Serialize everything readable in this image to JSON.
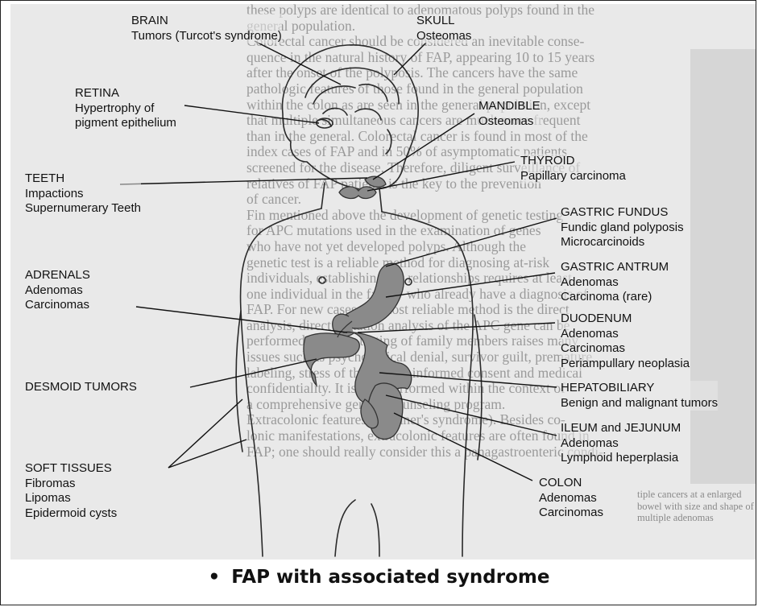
{
  "background_text": [
    "these polyps are identical to adenomatous polyps found in the",
    "general population.",
    "Colorectal cancer should be considered an inevitable conse-",
    "quence in the natural history of FAP, appearing 10 to 15 years",
    "after the onset of the polyposis. The cancers have the same",
    "pathologic features of those found in the general population",
    "within the colon as are seen in the general population, except",
    "that multiple simultaneous cancers are much more frequent",
    "than in the general. Colorectal cancer is found in most of the",
    "index cases of FAP and in 50% of asymptomatic patients",
    "screened for the disease. Therefore, diligent surveillance of",
    "relatives of FAP patients is the key to the prevention",
    "of cancer.",
    "Fin mentioned above the development of genetic testing",
    "for APC mutations used in the examination of genes",
    "who have not yet developed polyps. Although the",
    "genetic test is a reliable method for diagnosing at-risk",
    "individuals, establishing the relationships requires at least",
    "one individual in the family who already have a diagnosis of",
    "FAP. For new cases the most reliable method is the direct",
    "analysis, direct mutation analysis of the APC gene can be",
    "performed. Genetic testing of family members raises many",
    "issues such as psychological denial, survivor guilt, premature",
    "labeling, stress of the young, informed consent and medical",
    "confidentiality. It is best performed within the context of",
    "a comprehensive genetic counseling program.",
    "Extracolonic features (Gardner's syndrome). Besides co-",
    "lonic manifestations, extracolonic features are often found in",
    "FAP; one should really consider this a panagastroenteric condi-"
  ],
  "side_caption": "tiple cancers at a enlarged bowel with size and shape of multiple adenomas",
  "labels": {
    "brain": {
      "heading": "BRAIN",
      "lines": [
        "Tumors (Turcot's syndrome)"
      ]
    },
    "skull": {
      "heading": "SKULL",
      "lines": [
        "Osteomas"
      ]
    },
    "retina": {
      "heading": "RETINA",
      "lines": [
        "Hypertrophy of",
        "pigment epithelium"
      ]
    },
    "mandible": {
      "heading": "MANDIBLE",
      "lines": [
        "Osteomas"
      ]
    },
    "thyroid": {
      "heading": "THYROID",
      "lines": [
        "Papillary carcinoma"
      ]
    },
    "teeth": {
      "heading": "TEETH",
      "lines": [
        "Impactions",
        "Supernumerary Teeth"
      ]
    },
    "gastric_fundus": {
      "heading": "GASTRIC FUNDUS",
      "lines": [
        "Fundic gland polyposis",
        "Microcarcinoids"
      ]
    },
    "adrenals": {
      "heading": "ADRENALS",
      "lines": [
        "Adenomas",
        "Carcinomas"
      ]
    },
    "gastric_antrum": {
      "heading": "GASTRIC ANTRUM",
      "lines": [
        "Adenomas",
        "Carcinoma (rare)"
      ]
    },
    "duodenum": {
      "heading": "DUODENUM",
      "lines": [
        "Adenomas",
        "Carcinomas",
        "Periampullary neoplasia"
      ]
    },
    "desmoid": {
      "heading": "DESMOID TUMORS",
      "lines": []
    },
    "hepatobiliary": {
      "heading": "HEPATOBILIARY",
      "lines": [
        "Benign and malignant tumors"
      ]
    },
    "ileum": {
      "heading": "ILEUM and JEJUNUM",
      "lines": [
        "Adenomas",
        "Lymphoid heperplasia"
      ]
    },
    "soft_tissues": {
      "heading": "SOFT TISSUES",
      "lines": [
        "Fibromas",
        "Lipomas",
        "Epidermoid cysts"
      ]
    },
    "colon": {
      "heading": "COLON",
      "lines": [
        "Adenomas",
        "Carcinomas"
      ]
    }
  },
  "caption": {
    "bullet": "•",
    "text": "FAP with associated syndrome"
  }
}
